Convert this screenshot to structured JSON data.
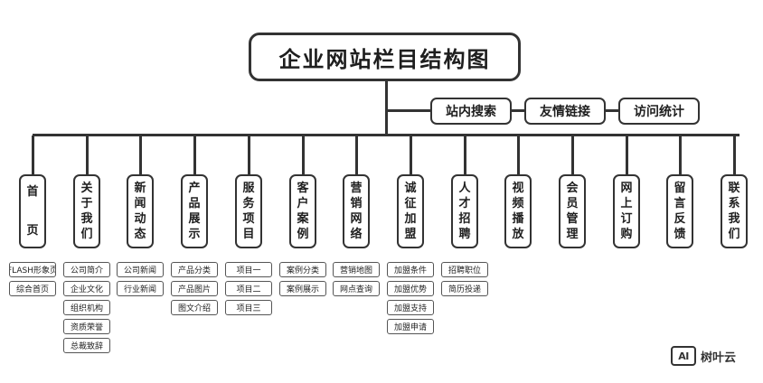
{
  "title": "企业网站栏目结构图",
  "side_nodes": [
    "站内搜索",
    "友情链接",
    "访问统计"
  ],
  "categories": [
    {
      "label": "首页",
      "children": [
        "FLASH形象页",
        "综合首页"
      ]
    },
    {
      "label": "关于我们",
      "children": [
        "公司简介",
        "企业文化",
        "组织机构",
        "资质荣誉",
        "总裁致辞"
      ]
    },
    {
      "label": "新闻动态",
      "children": [
        "公司新闻",
        "行业新闻"
      ]
    },
    {
      "label": "产品展示",
      "children": [
        "产品分类",
        "产品图片",
        "图文介绍"
      ]
    },
    {
      "label": "服务项目",
      "children": [
        "项目一",
        "项目二",
        "项目三"
      ]
    },
    {
      "label": "客户案例",
      "children": [
        "案例分类",
        "案例展示"
      ]
    },
    {
      "label": "营销网络",
      "children": [
        "营销地图",
        "网点查询"
      ]
    },
    {
      "label": "诚征加盟",
      "children": [
        "加盟条件",
        "加盟优势",
        "加盟支持",
        "加盟申请"
      ]
    },
    {
      "label": "人才招聘",
      "children": [
        "招聘职位",
        "简历投递"
      ]
    },
    {
      "label": "视频播放",
      "children": []
    },
    {
      "label": "会员管理",
      "children": []
    },
    {
      "label": "网上订购",
      "children": []
    },
    {
      "label": "留言反馈",
      "children": []
    },
    {
      "label": "联系我们",
      "children": []
    }
  ],
  "watermark": {
    "icon_text": "AI",
    "text": "树叶云"
  }
}
